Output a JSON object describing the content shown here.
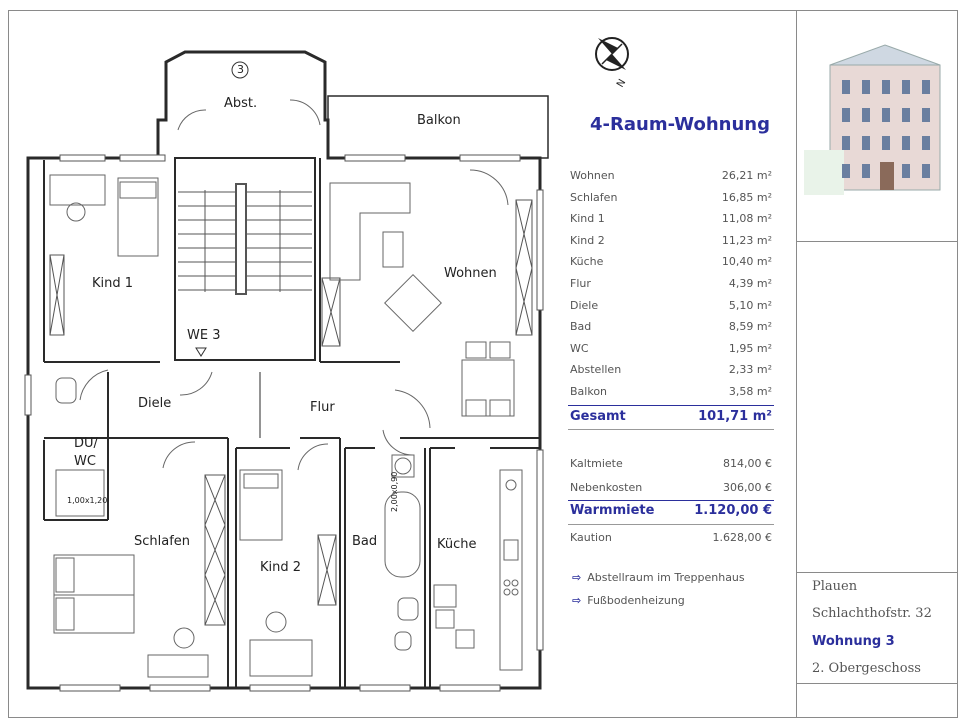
{
  "plan": {
    "rooms": {
      "kind1": "Kind 1",
      "kind2": "Kind 2",
      "schlafen": "Schlafen",
      "wohnen": "Wohnen",
      "diele": "Diele",
      "flur": "Flur",
      "bad": "Bad",
      "kueche": "Küche",
      "balkon": "Balkon",
      "dwc1": "DU/",
      "dwc2": "WC",
      "abst": "Abst.",
      "we": "WE 3",
      "num": "3"
    },
    "dims": {
      "shower": "1,00x1,20",
      "tub": "2,00x0,90"
    },
    "compass_letter": "N"
  },
  "summary": {
    "title": "4-Raum-Wohnung",
    "areas": [
      {
        "name": "Wohnen",
        "value": "26,21 m²"
      },
      {
        "name": "Schlafen",
        "value": "16,85 m²"
      },
      {
        "name": "Kind 1",
        "value": "11,08 m²"
      },
      {
        "name": "Kind 2",
        "value": "11,23 m²"
      },
      {
        "name": "Küche",
        "value": "10,40 m²"
      },
      {
        "name": "Flur",
        "value": "4,39 m²"
      },
      {
        "name": "Diele",
        "value": "5,10 m²"
      },
      {
        "name": "Bad",
        "value": "8,59 m²"
      },
      {
        "name": "WC",
        "value": "1,95 m²"
      },
      {
        "name": "Abstellen",
        "value": "2,33 m²"
      },
      {
        "name": "Balkon",
        "value": "3,58 m²"
      }
    ],
    "total": {
      "name": "Gesamt",
      "value": "101,71 m²"
    },
    "costs": [
      {
        "name": "Kaltmiete",
        "value": "814,00 €"
      },
      {
        "name": "Nebenkosten",
        "value": "306,00 €"
      }
    ],
    "warm": {
      "name": "Warmmiete",
      "value": "1.120,00 €"
    },
    "deposit": {
      "name": "Kaution",
      "value": "1.628,00 €"
    },
    "notes": [
      "Abstellraum im Treppenhaus",
      "Fußbodenheizung"
    ]
  },
  "address": {
    "city": "Plauen",
    "street": "Schlachthofstr. 32",
    "unit": "Wohnung 3",
    "floor": "2. Obergeschoss"
  },
  "colors": {
    "accent": "#2b2f9c",
    "walls": "#2a2a2a"
  }
}
